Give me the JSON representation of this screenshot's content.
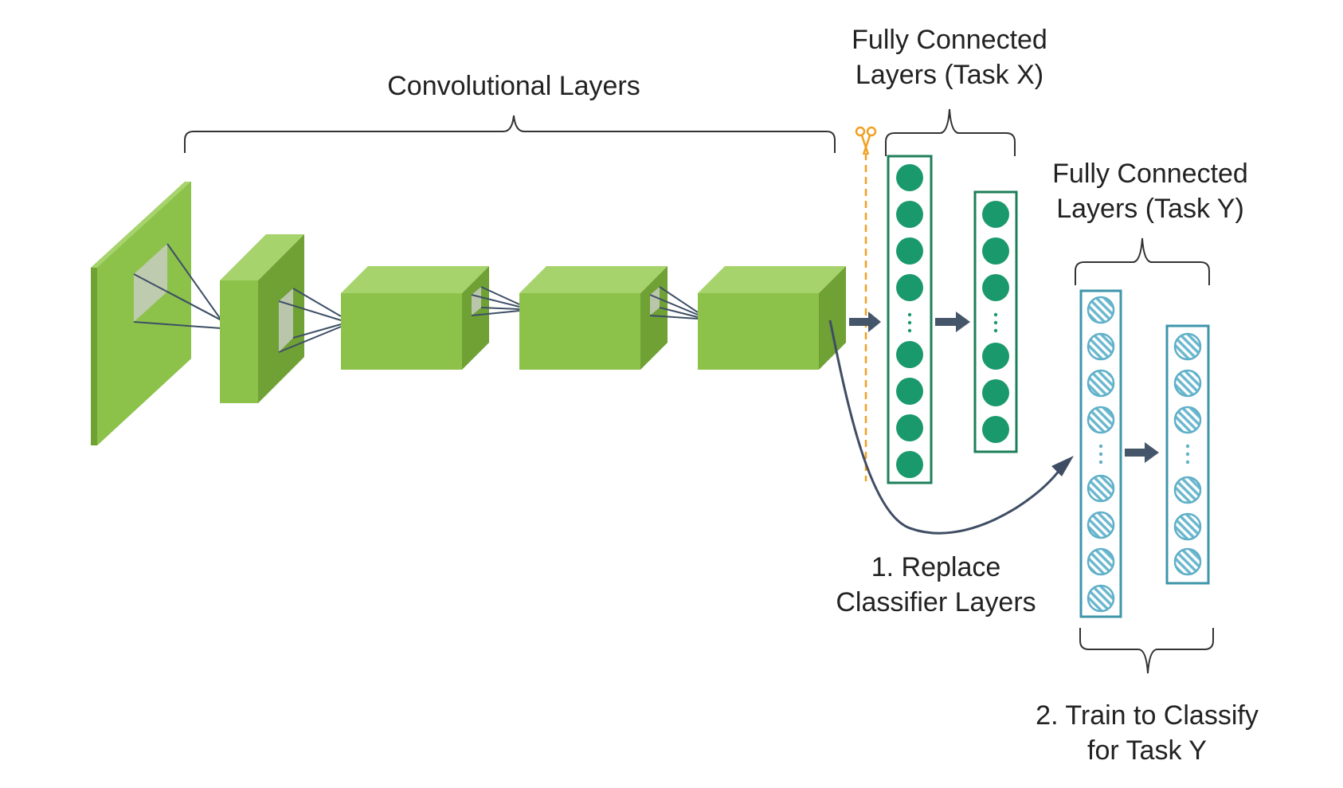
{
  "labels": {
    "conv": "Convolutional Layers",
    "fc_x_line1": "Fully Connected",
    "fc_x_line2": "Layers (Task X)",
    "fc_y_line1": "Fully Connected",
    "fc_y_line2": "Layers (Task Y)",
    "step1_line1": "1. Replace",
    "step1_line2": "Classifier Layers",
    "step2_line1": "2. Train to Classify",
    "step2_line2": "for Task Y"
  },
  "icons": {
    "cut": "scissors-icon"
  },
  "colors": {
    "conv_front": "#8cc24a",
    "conv_top": "#a6d36b",
    "conv_side": "#6fa135",
    "fc_x": "#1a9a6c",
    "fc_x_border": "#1d7f5a",
    "fc_y": "#5fb0c8",
    "fc_y_border": "#3e95aa",
    "arrow": "#46566a",
    "cut_line": "#f0a020",
    "text": "#222222"
  }
}
